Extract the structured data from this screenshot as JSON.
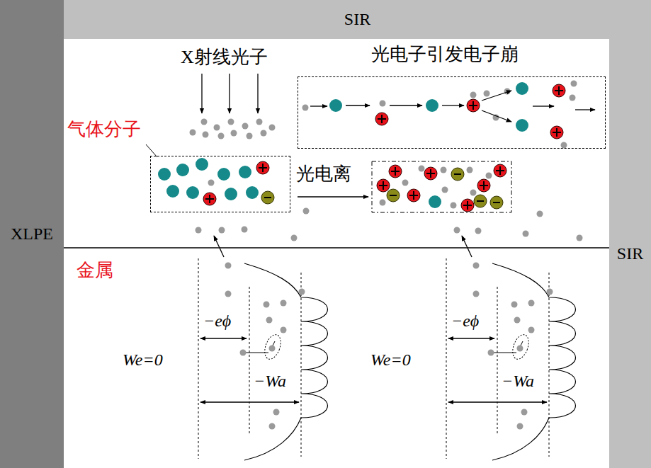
{
  "diagram": {
    "nodes": [
      {
        "text": [
          "SIR"
        ]
      },
      {
        "text": [
          "XLPE"
        ]
      },
      {
        "text": [
          "SIR"
        ]
      },
      {
        "text": [
          "光电子引发电子崩"
        ]
      },
      {
        "text": [
          "气体分子"
        ]
      }
    ],
    "labels": [
      "X射线光子",
      "光电离",
      "金属",
      "−eϕ",
      "We=0",
      "−Wa",
      "−eϕ",
      "We=0",
      "−Wa"
    ]
  }
}
